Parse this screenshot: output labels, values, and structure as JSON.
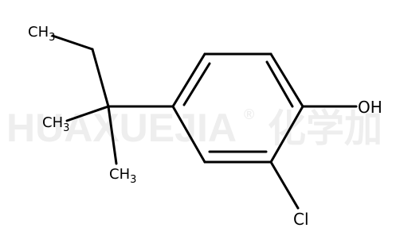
{
  "watermark": {
    "latin": "HUAXUEJIA",
    "registered": "®",
    "cjk": "化学加"
  },
  "molecule": {
    "hydroxyl": "OH",
    "chloro": "Cl",
    "methyl_top": {
      "main": "CH",
      "sub": "3"
    },
    "methyl_left": {
      "main": "CH",
      "sub": "3"
    },
    "methyl_bottom": {
      "main": "CH",
      "sub": "3"
    }
  }
}
